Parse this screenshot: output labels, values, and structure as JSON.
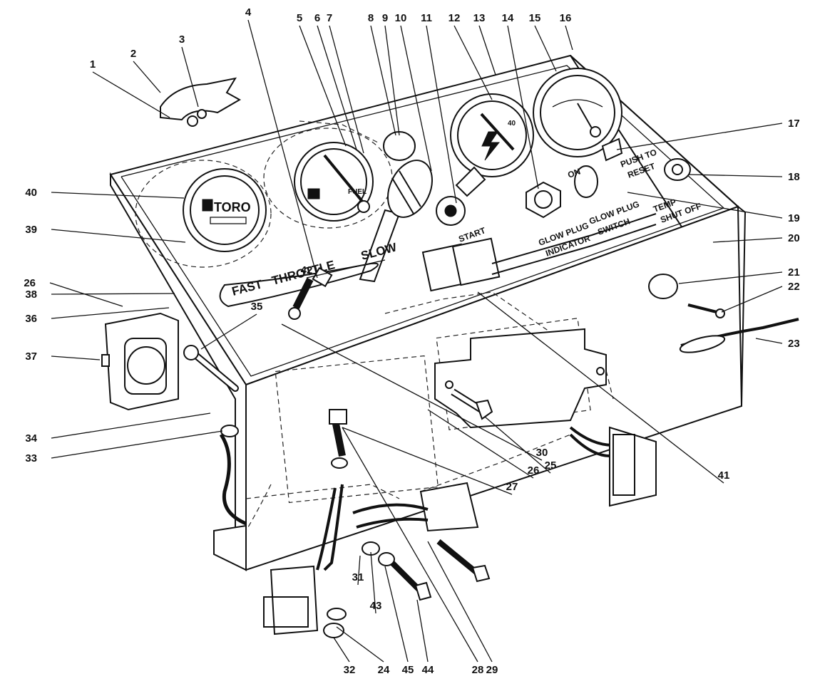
{
  "figure": {
    "panel_labels": {
      "fast": "FAST",
      "throttle": "THROTTLE",
      "slow": "SLOW",
      "glow_plug_indicator_1": "GLOW PLUG",
      "glow_plug_indicator_2": "INDICATOR",
      "glow_plug_switch_1": "GLOW PLUG",
      "glow_plug_switch_2": "SWITCH",
      "push_to_reset_1": "PUSH TO",
      "push_to_reset_2": "RESET",
      "temp_shutoff_1": "TEMP",
      "temp_shutoff_2": "SHUT OFF",
      "on": "ON",
      "start": "START",
      "fuel": "FUEL",
      "brand": "TORO",
      "gauge_40": "40"
    },
    "callouts": [
      "1",
      "2",
      "3",
      "4",
      "5",
      "6",
      "7",
      "8",
      "9",
      "10",
      "11",
      "12",
      "13",
      "14",
      "15",
      "16",
      "17",
      "18",
      "19",
      "20",
      "21",
      "22",
      "23",
      "24",
      "25",
      "26",
      "26",
      "27",
      "28",
      "29",
      "30",
      "31",
      "32",
      "33",
      "34",
      "35",
      "36",
      "37",
      "38",
      "39",
      "40",
      "41",
      "42",
      "43",
      "44",
      "45"
    ]
  },
  "colors": {
    "ink": "#111111",
    "paper": "#ffffff"
  }
}
